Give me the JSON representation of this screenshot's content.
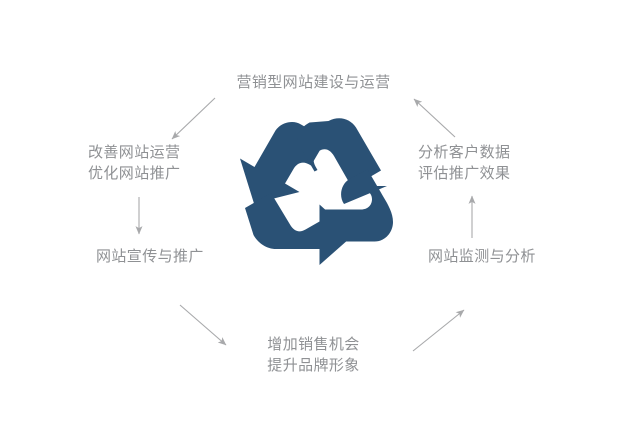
{
  "diagram": {
    "name": "website-marketing-cycle",
    "background_color": "#ffffff",
    "label_color": "#8f9194",
    "symbol_color": "#2a5175",
    "connector_color": "#a8a9ab",
    "center_icon": "recycle-icon",
    "nodes": [
      {
        "id": "top",
        "position": "top-center",
        "lines": [
          "营销型网站建设与运营"
        ]
      },
      {
        "id": "upper-right",
        "position": "right-upper",
        "lines": [
          "分析客户数据",
          "评估推广效果"
        ]
      },
      {
        "id": "right",
        "position": "right-middle",
        "lines": [
          "网站监测与分析"
        ]
      },
      {
        "id": "bottom",
        "position": "bottom-center",
        "lines": [
          "增加销售机会",
          "提升品牌形象"
        ]
      },
      {
        "id": "left",
        "position": "left-middle",
        "lines": [
          "网站宣传与推广"
        ]
      },
      {
        "id": "upper-left",
        "position": "left-upper",
        "lines": [
          "改善网站运营",
          "优化网站推广"
        ]
      }
    ],
    "connectors": [
      {
        "id": "top-to-upper-left",
        "direction": "down-left"
      },
      {
        "id": "upper-left-to-left",
        "direction": "down"
      },
      {
        "id": "left-to-bottom",
        "direction": "down-right"
      },
      {
        "id": "bottom-to-right",
        "direction": "up-right"
      },
      {
        "id": "right-to-upper-right",
        "direction": "up"
      },
      {
        "id": "upper-right-to-top",
        "direction": "up-left"
      }
    ]
  }
}
